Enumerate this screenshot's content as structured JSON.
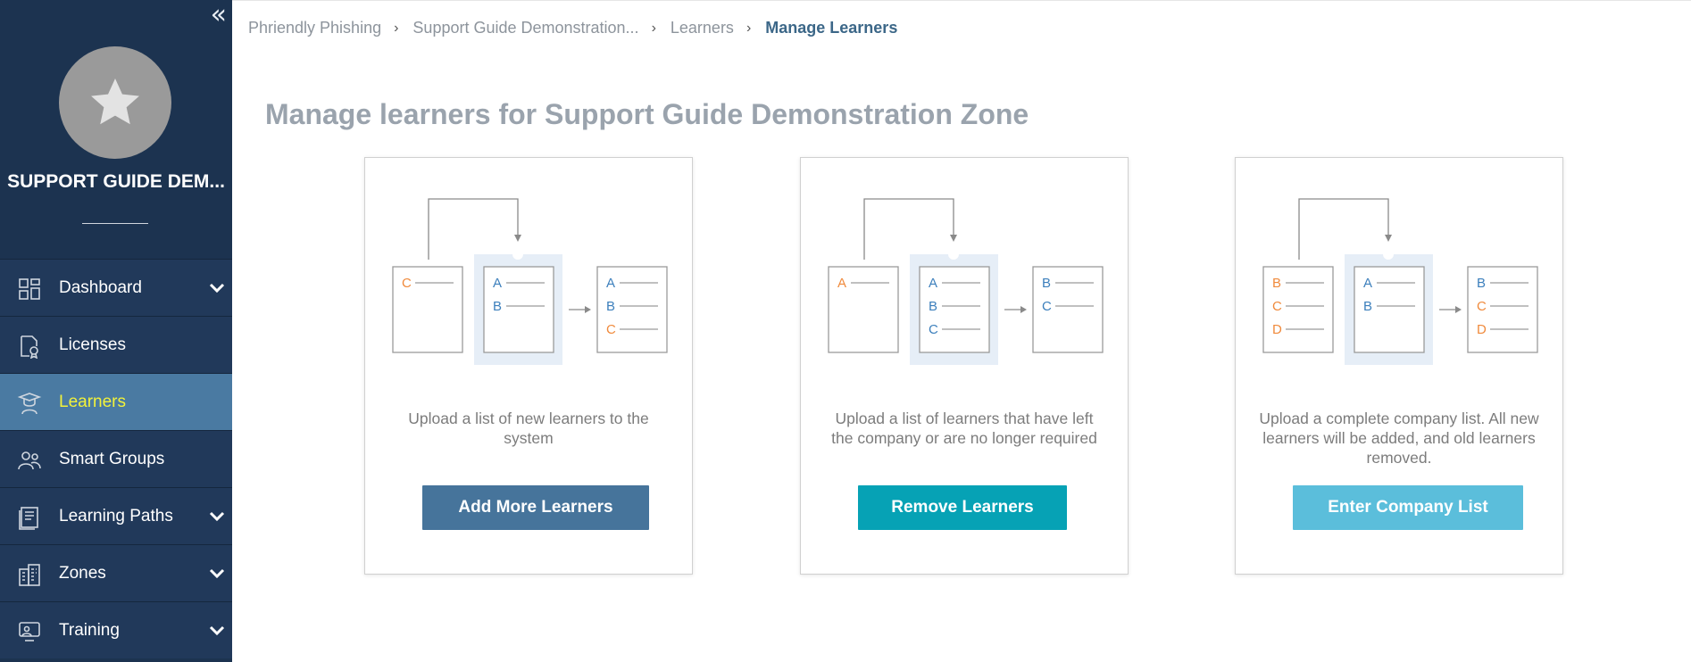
{
  "sidebar": {
    "collapse_glyph": "«",
    "org_name": "SUPPORT GUIDE DEM...",
    "items": [
      {
        "label": "Dashboard",
        "icon": "dashboard-grid-icon",
        "has_chevron": true
      },
      {
        "label": "Licenses",
        "icon": "license-certificate-icon",
        "has_chevron": false
      },
      {
        "label": "Learners",
        "icon": "graduate-icon",
        "has_chevron": false,
        "active": true
      },
      {
        "label": "Smart Groups",
        "icon": "people-group-icon",
        "has_chevron": false
      },
      {
        "label": "Learning Paths",
        "icon": "book-path-icon",
        "has_chevron": true
      },
      {
        "label": "Zones",
        "icon": "buildings-icon",
        "has_chevron": true
      },
      {
        "label": "Training",
        "icon": "training-screen-icon",
        "has_chevron": true
      }
    ]
  },
  "breadcrumb": {
    "items": [
      "Phriendly Phishing",
      "Support Guide Demonstration...",
      "Learners"
    ],
    "current": "Manage Learners",
    "separator": "›"
  },
  "page_title": "Manage learners for Support Guide Demonstration Zone",
  "cards": [
    {
      "description": "Upload a list of new learners to the system",
      "button": "Add More Learners",
      "diagram": {
        "upload": [
          "C"
        ],
        "existing": [
          "A",
          "B"
        ],
        "result": [
          "A",
          "B",
          "C"
        ]
      }
    },
    {
      "description": "Upload a list of learners that have left the company or are no longer required",
      "button": "Remove Learners",
      "diagram": {
        "upload": [
          "A"
        ],
        "existing": [
          "A",
          "B",
          "C"
        ],
        "result": [
          "B",
          "C"
        ]
      }
    },
    {
      "description": "Upload a complete company list. All new learners will be added, and old learners removed.",
      "button": "Enter Company List",
      "diagram": {
        "upload": [
          "B",
          "C",
          "D"
        ],
        "existing": [
          "A",
          "B"
        ],
        "result": [
          "B",
          "C",
          "D"
        ]
      }
    }
  ],
  "colors": {
    "sidebar_bg": "#1c3350",
    "nav_item_bg": "#21395a",
    "nav_active_bg": "#4a7aa2",
    "nav_active_text": "#f2f23a",
    "btn_add": "#46749b",
    "btn_remove": "#06a2b5",
    "btn_enter": "#5bbedb",
    "letter_orange": "#f08a3c",
    "letter_blue": "#3c7fbc"
  }
}
